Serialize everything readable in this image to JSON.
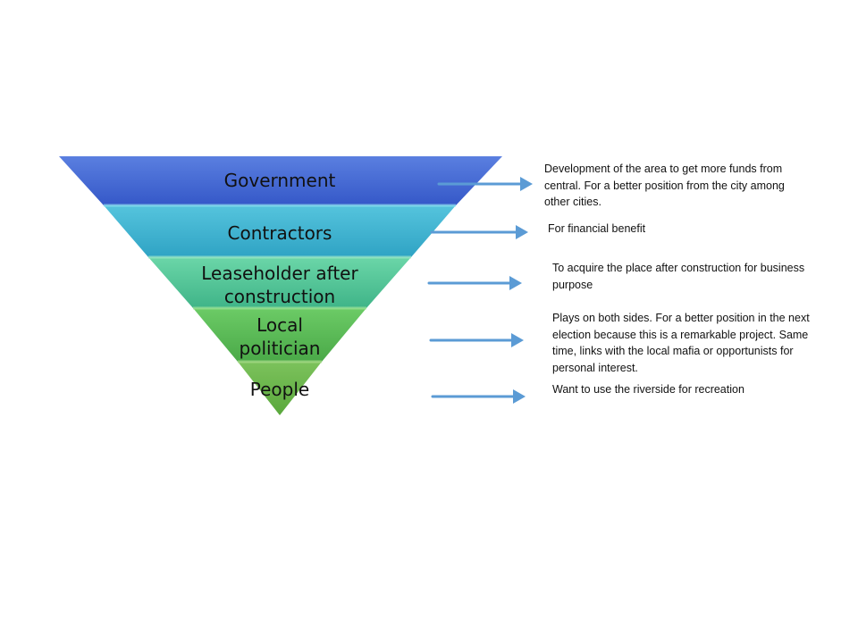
{
  "pyramid": {
    "tiers": [
      {
        "label": "Government",
        "color": "#3f63cf"
      },
      {
        "label": "Contractors",
        "color": "#3aaccc"
      },
      {
        "label": "Leaseholder after construction",
        "color": "#4fc49a"
      },
      {
        "label": "Local politician",
        "color": "#5cbb58"
      },
      {
        "label": "People",
        "color": "#6fb64c"
      }
    ]
  },
  "descriptions": [
    {
      "text": "Development of the area to get more funds from central. For a better position from the city among other cities."
    },
    {
      "text": "For financial benefit"
    },
    {
      "text": "To acquire the place after construction for business purpose"
    },
    {
      "text": "Plays on both sides. For a better position in the next election because this is a remarkable project. Same time, links with the local mafia or opportunists for personal interest."
    },
    {
      "text": "Want to use the riverside for recreation"
    }
  ],
  "arrow_color": "#5b9bd5"
}
